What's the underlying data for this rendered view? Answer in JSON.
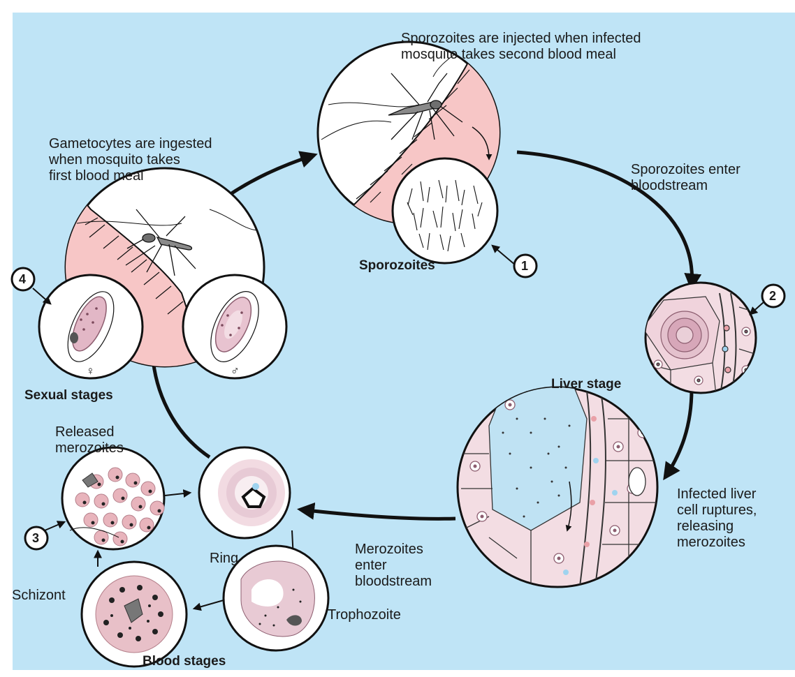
{
  "labels": {
    "sporozoites_injected": "Sporozoites are injected when infected\nmosquito takes second blood meal",
    "gametocytes_ingested": "Gametocytes are ingested\nwhen mosquito takes\nfirst blood meal",
    "sporozoites_enter": "Sporozoites enter\nbloodstream",
    "sporozoites": "Sporozoites",
    "liver_stage": "Liver stage",
    "sexual_stages": "Sexual stages",
    "released_merozoites": "Released\nmerozoites",
    "ring": "Ring",
    "merozoites_enter": "Merozoites\nenter\nbloodstream",
    "infected_liver": "Infected liver\ncell ruptures,\nreleasing\nmerozoites",
    "schizont": "Schizont",
    "trophozoite": "Trophozoite",
    "blood_stages": "Blood stages",
    "female_symbol": "♀",
    "male_symbol": "♂"
  },
  "markers": [
    "1",
    "2",
    "3",
    "4"
  ],
  "colors": {
    "background": "#bfe4f6",
    "skin": "#f7c6c6",
    "cell": "#f2d6dc",
    "parasite": "#b9879a",
    "ink": "#1a1a1a"
  }
}
